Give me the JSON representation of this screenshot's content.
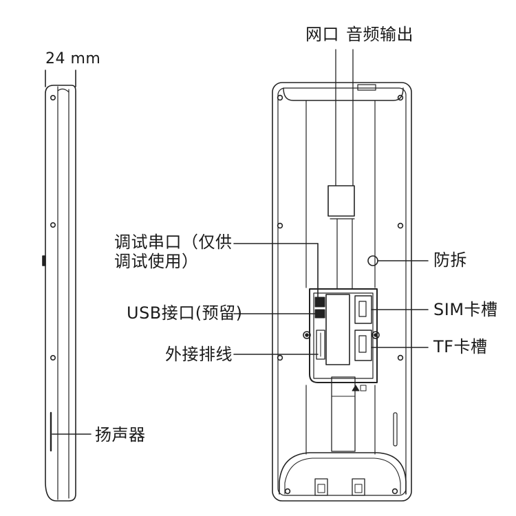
{
  "side_view": {
    "width_label": "24 mm",
    "speaker_label": "扬声器"
  },
  "back_view": {
    "labels": {
      "network_port": "网口",
      "audio_out": "音频输出",
      "debug_serial_line1": "调试串口（仅供",
      "debug_serial_line2": "调试使用）",
      "usb_port": "USB接口(预留)",
      "external_cable": "外接排线",
      "tamper": "防拆",
      "sim_slot": "SIM卡槽",
      "tf_slot": "TF卡槽"
    }
  },
  "colors": {
    "line": "#222222",
    "background": "#ffffff"
  }
}
